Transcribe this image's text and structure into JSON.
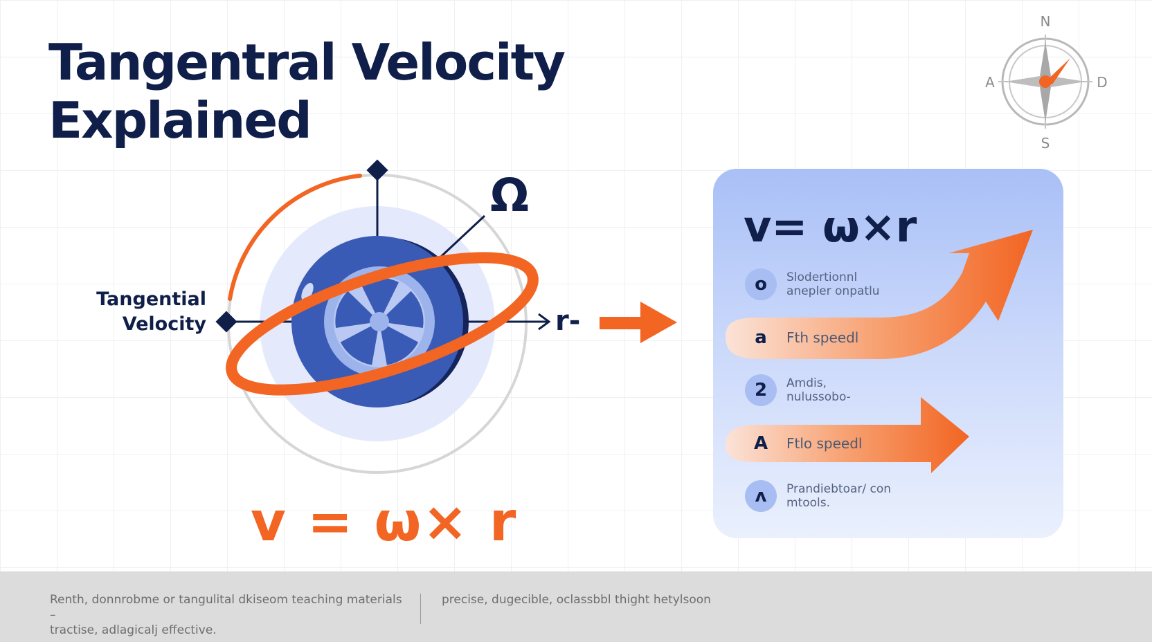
{
  "title": {
    "line1": "Tangentral Velocity",
    "line2": "Explained"
  },
  "compass": {
    "north": "N",
    "south": "S",
    "west": "A",
    "east": "D"
  },
  "diagram": {
    "tangential_label_line1": "Tangential",
    "tangential_label_line2": "Velocity",
    "omega_label": "Ω",
    "radius_label": "r-",
    "formula": "v = ω× r"
  },
  "panel": {
    "formula": "v= ω×r",
    "items": [
      {
        "badge": "o",
        "line1": "Slodertionnl",
        "line2": "anepler onpatlu"
      },
      {
        "badge": "a",
        "line1": "Fth speedl",
        "line2": ""
      },
      {
        "badge": "2",
        "line1": "Amdis,",
        "line2": "nulussobo-"
      },
      {
        "badge": "A",
        "line1": "Ftlo speedl",
        "line2": ""
      },
      {
        "badge": "ʌ",
        "line1": "Prandiebtoar/ con",
        "line2": "mtools."
      }
    ]
  },
  "footer": {
    "left_line1": "Renth, donnrobme or tangulital dkiseom teaching materials –",
    "left_line2": "tractise, adlagicalj effective.",
    "right": "precise, dugecible, oclassbbl thight hetylsoon"
  },
  "colors": {
    "navy": "#0f1f4a",
    "accent_orange": "#f26522",
    "wheel_blue": "#3a5bb5",
    "panel_blue": "#a9c0f7"
  }
}
